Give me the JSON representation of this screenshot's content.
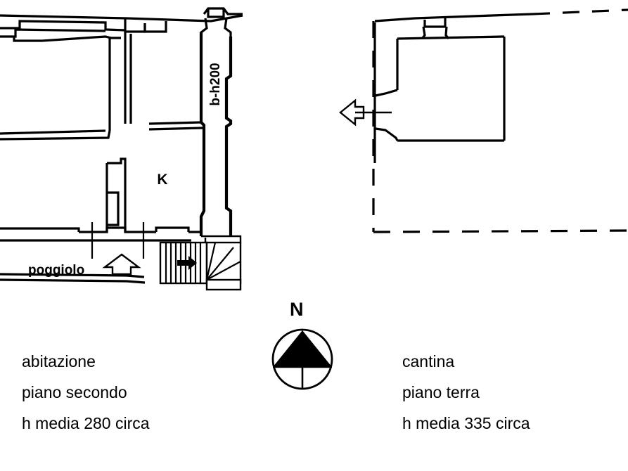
{
  "document": {
    "type": "architectural-floor-plan",
    "background_color": "#ffffff",
    "line_color": "#000000"
  },
  "plans": {
    "left": {
      "room_label": "K",
      "balcony_label": "poggiolo",
      "dimension_label": "b-h200"
    },
    "right": {
      "boundary_style": "dashed"
    }
  },
  "compass": {
    "label": "N",
    "color": "#000000"
  },
  "legend_left": {
    "line1": "abitazione",
    "line2": "piano secondo",
    "line3": "h media 280 circa"
  },
  "legend_right": {
    "line1": "cantina",
    "line2": "piano terra",
    "line3": "h media 335 circa"
  },
  "icons": {
    "balcony_arrow": "hollow-arrow-up",
    "entrance_arrow": "hollow-arrow-left",
    "stair_direction_arrow": "filled-arrow-right",
    "compass_needle": "filled-triangle-north"
  }
}
